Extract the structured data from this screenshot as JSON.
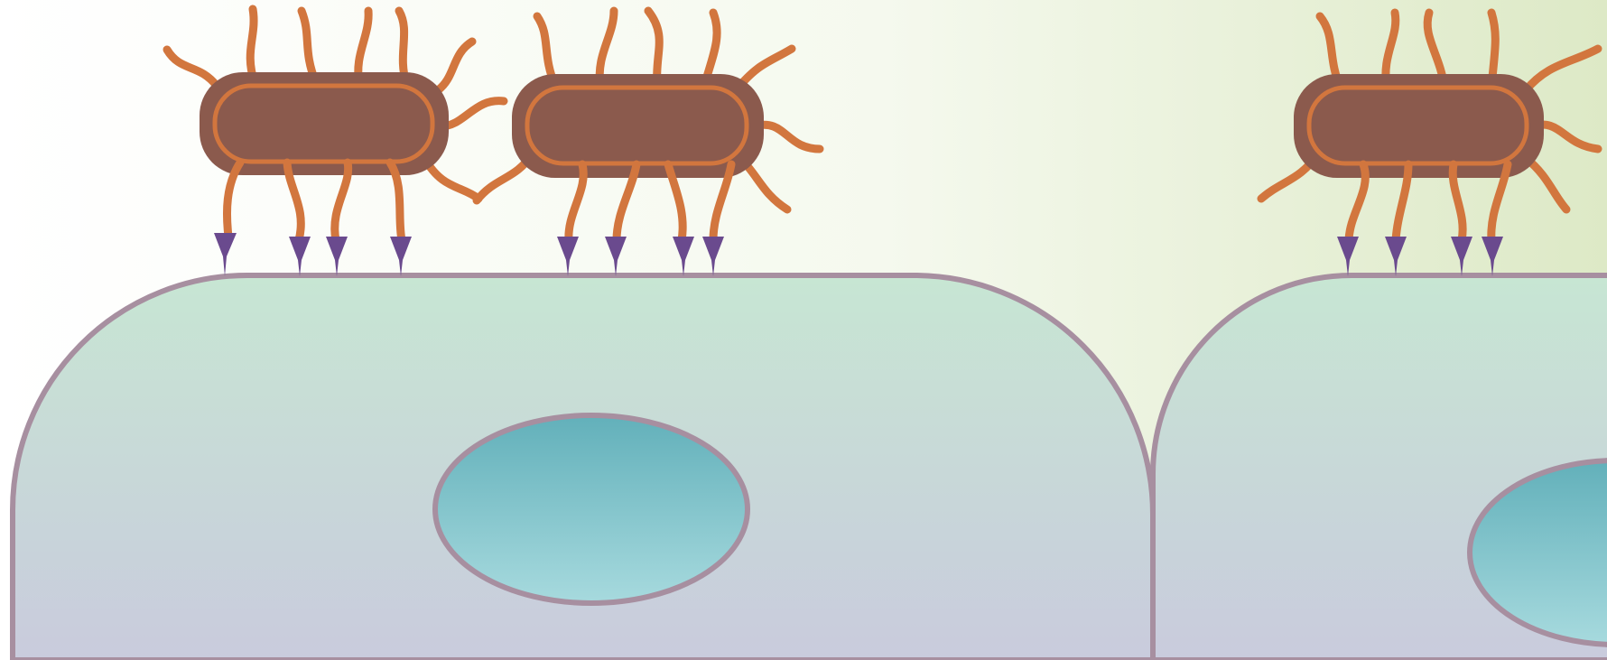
{
  "scene": {
    "background": {
      "left": "#ffffff",
      "mid": "#f5f9ee",
      "right": "#dde9c6"
    },
    "cell": {
      "fill_top": "#c7e6d3",
      "fill_bottom": "#c9cbdd",
      "membrane": "#a78fa0"
    },
    "nucleus": {
      "fill_top": "#62b0ba",
      "fill_bottom": "#a7dade",
      "border": "#a78fa0"
    },
    "bacterium": {
      "body": "#8b5a4d",
      "outline": "#d2763e",
      "flagellum": "#d2763e"
    },
    "adhesin": {
      "color": "#6a4a8e"
    },
    "bacteria": [
      {
        "id": "bacterium-1",
        "adhesins": 4
      },
      {
        "id": "bacterium-2",
        "adhesins": 4
      },
      {
        "id": "bacterium-3",
        "adhesins": 4
      }
    ],
    "cells": [
      {
        "id": "host-cell-1",
        "nucleus": true
      },
      {
        "id": "host-cell-2",
        "nucleus": true
      }
    ]
  }
}
